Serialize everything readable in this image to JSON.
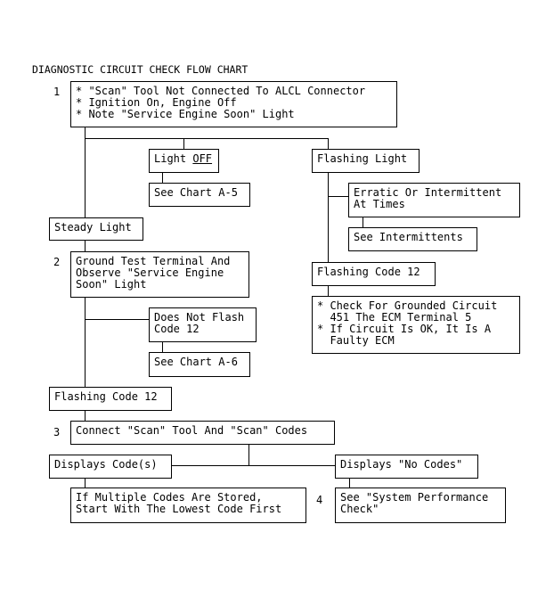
{
  "title": "DIAGNOSTIC CIRCUIT CHECK FLOW CHART",
  "steps": {
    "s1": "1",
    "s2": "2",
    "s3": "3",
    "s4": "4"
  },
  "boxes": {
    "step1": [
      "* \"Scan\" Tool Not Connected To ALCL Connector",
      "* Ignition On, Engine Off",
      "* Note \"Service Engine Soon\" Light"
    ],
    "light_off_prefix": "Light ",
    "light_off_emph": "OFF",
    "see_chart_a5": "See Chart A-5",
    "flashing_light": "Flashing Light",
    "erratic": [
      "Erratic Or Intermittent",
      "At Times"
    ],
    "see_intermittents": "See Intermittents",
    "steady_light": "Steady Light",
    "step2": [
      "Ground Test Terminal And",
      "Observe \"Service Engine",
      "Soon\" Light"
    ],
    "flashing_code_12_a": "Flashing Code 12",
    "check_grounded": [
      "* Check For Grounded Circuit",
      "  451 The ECM Terminal 5",
      "* If Circuit Is OK, It Is A",
      "  Faulty ECM"
    ],
    "does_not_flash": [
      "Does Not Flash",
      "Code 12"
    ],
    "see_chart_a6": "See Chart A-6",
    "flashing_code_12_b": "Flashing Code 12",
    "step3": "Connect \"Scan\" Tool And \"Scan\" Codes",
    "displays_codes": "Displays Code(s)",
    "displays_no_codes": "Displays \"No Codes\"",
    "multiple_codes": [
      "If Multiple Codes Are Stored,",
      "Start With The Lowest Code First"
    ],
    "system_performance": [
      "See \"System Performance",
      "Check\""
    ]
  }
}
